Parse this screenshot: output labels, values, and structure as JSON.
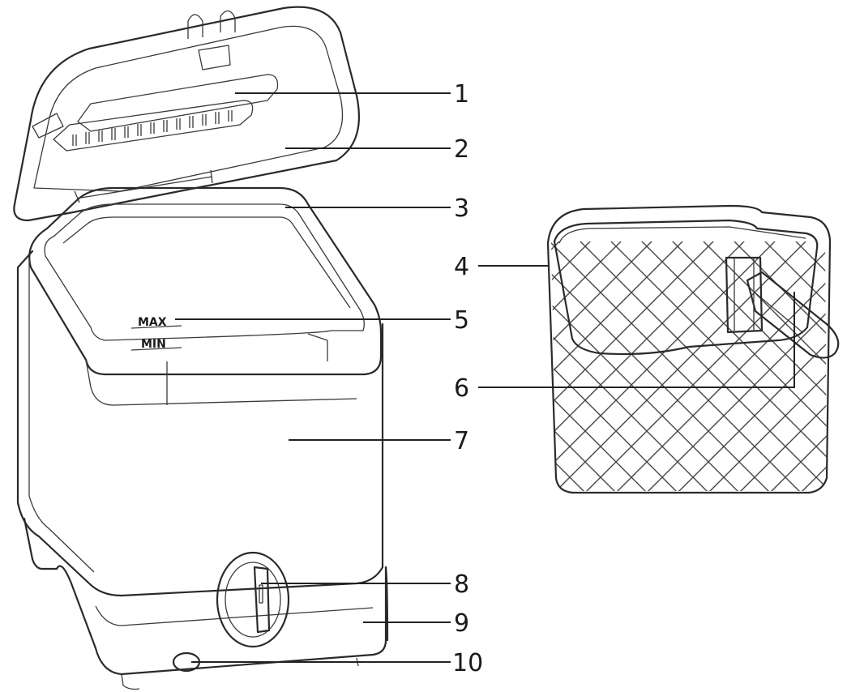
{
  "callouts": [
    {
      "label": "1"
    },
    {
      "label": "2"
    },
    {
      "label": "3"
    },
    {
      "label": "4"
    },
    {
      "label": "5"
    },
    {
      "label": "6"
    },
    {
      "label": "7"
    },
    {
      "label": "8"
    },
    {
      "label": "9"
    },
    {
      "label": "10"
    }
  ],
  "markings": {
    "max": "MAX",
    "min": "MIN"
  }
}
